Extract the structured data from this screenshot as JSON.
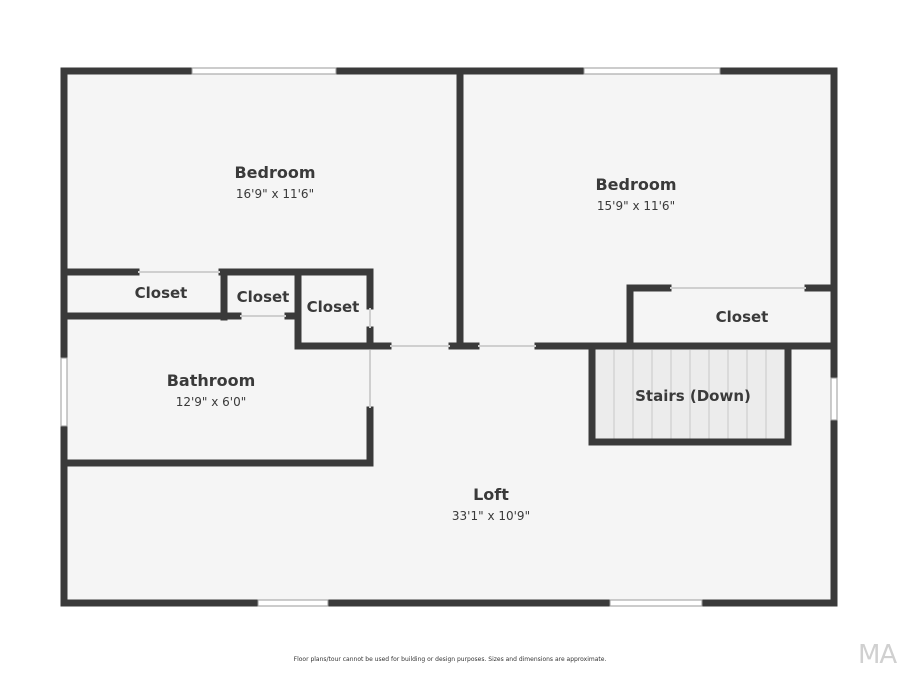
{
  "rooms": {
    "bedroom_1": {
      "name": "Bedroom",
      "dimensions": "16'9\" x 11'6\""
    },
    "bedroom_2": {
      "name": "Bedroom",
      "dimensions": "15'9\" x 11'6\""
    },
    "closet_1": {
      "name": "Closet"
    },
    "closet_2": {
      "name": "Closet"
    },
    "closet_3": {
      "name": "Closet"
    },
    "closet_4": {
      "name": "Closet"
    },
    "bathroom": {
      "name": "Bathroom",
      "dimensions": "12'9\" x 6'0\""
    },
    "stairs": {
      "name": "Stairs (Down)"
    },
    "loft": {
      "name": "Loft",
      "dimensions": "33'1\" x 10'9\""
    }
  },
  "disclaimer": "Floor plans/tour cannot be used for building or design purposes. Sizes and dimensions are approximate.",
  "watermark": "MA",
  "colors": {
    "wall": "#3a3a3a",
    "floor": "#f5f5f5",
    "background": "#ffffff"
  }
}
